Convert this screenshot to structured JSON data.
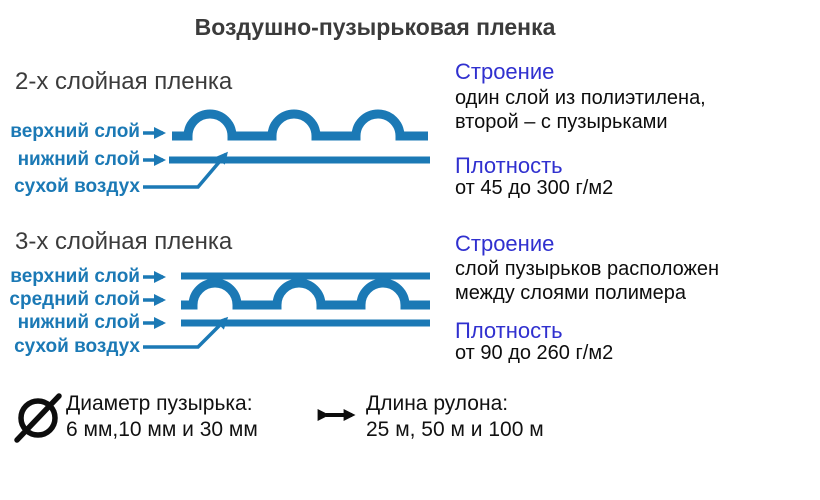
{
  "title": "Воздушно-пузырьковая пленка",
  "colors": {
    "diagram_blue": "#1b79b5",
    "heading_blue": "#3030cf",
    "heading_gray": "#3b3b3b",
    "body_black": "#0d0d0d"
  },
  "sections": [
    {
      "heading": "2-х слойная пленка",
      "labels": [
        "верхний слой",
        "нижний слой",
        "сухой воздух"
      ],
      "structure_title": "Строение",
      "structure_lines": [
        "один слой из полиэтилена,",
        "второй – с пузырьками"
      ],
      "density_title": "Плотность",
      "density_value": "от 45 до 300 г/м2"
    },
    {
      "heading": "3-х слойная пленка",
      "labels": [
        "верхний слой",
        "средний слой",
        "нижний слой",
        "сухой воздух"
      ],
      "structure_title": "Строение",
      "structure_lines": [
        "слой пузырьков расположен",
        "между слоями полимера"
      ],
      "density_title": "Плотность",
      "density_value": "от 90 до 260 г/м2"
    }
  ],
  "footer": {
    "diameter_icon": "diameter-symbol",
    "diameter_label": "Диаметр пузырька:",
    "diameter_values": "6 мм,10 мм и 30 мм",
    "length_icon": "double-arrow",
    "length_label": "Длина рулона:",
    "length_values": "25 м, 50 м и 100 м"
  }
}
